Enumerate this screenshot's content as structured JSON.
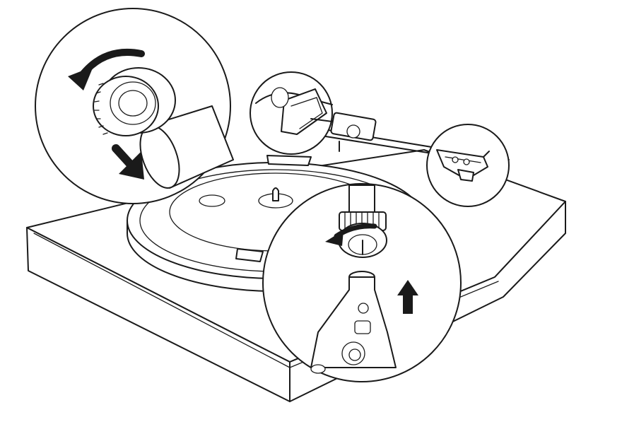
{
  "diagram": {
    "subject": "turntable-headshell-removal",
    "steps": [
      {
        "id": "loosen-locking-nut",
        "icon": "counterclockwise-arrow-icon"
      },
      {
        "id": "lower-tonearm",
        "icon": "arrow-down-icon"
      },
      {
        "id": "unscrew-collar",
        "icon": "counterclockwise-arrow-icon"
      },
      {
        "id": "lift-headshell",
        "icon": "arrow-up-icon"
      }
    ],
    "colors": {
      "line": "#1a1a1a",
      "background": "#ffffff"
    }
  }
}
